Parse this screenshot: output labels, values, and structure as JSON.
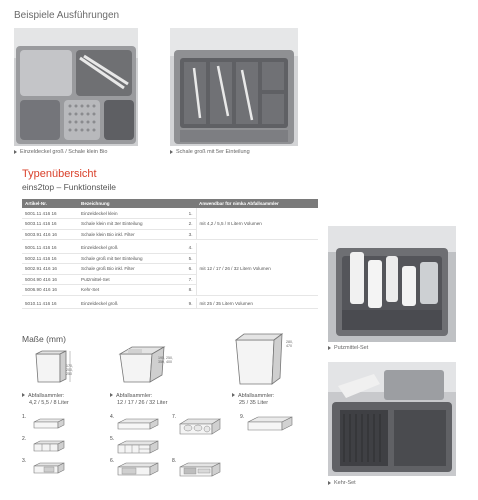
{
  "header": {
    "title": "Beispiele Ausführungen"
  },
  "photos": [
    {
      "caption": "Einzeldeckel groß / Schale klein Bio"
    },
    {
      "caption": "Schale groß mit 5er Einteilung"
    },
    {
      "caption": "Putzmittel-Set"
    },
    {
      "caption": "Kehr-Set"
    }
  ],
  "typen": {
    "title": "Typenübersicht",
    "subtitle": "eins2top – Funktionsteile"
  },
  "table": {
    "headers": [
      "Artikel-Nr.",
      "Bezeichnung",
      "",
      "Anwendbar für nimka Abfallsammler"
    ],
    "rows": [
      [
        "5001.11 416 16",
        "Einzeldeckel klein",
        "1."
      ],
      [
        "5003.11 416 16",
        "Schale klein mit 3er Einteilung",
        "2."
      ],
      [
        "5003.91 416 16",
        "Schale klein Bio inkl. Filter",
        "3."
      ],
      [
        "5001.11 416 16",
        "Einzeldeckel groß",
        "4."
      ],
      [
        "5002.11 416 16",
        "Schale groß mit 5er Einteilung",
        "5."
      ],
      [
        "5002.91 416 16",
        "Schale groß Bio inkl. Filter",
        "6."
      ],
      [
        "5004.90 416 16",
        "Putzmittel-Set",
        "7."
      ],
      [
        "5006.90 416 16",
        "Kehr-Set",
        "8."
      ],
      [
        "5010.11 416 16",
        "Einzeldeckel groß",
        "9."
      ]
    ],
    "groups": [
      "mit 4,2 / 5,5 / 8 Litern Volumen",
      "mit 12 / 17 / 26 / 32 Litern Volumen",
      "mit 25 / 35 Litern Volumen"
    ]
  },
  "masse": {
    "title": "Maße (mm)"
  },
  "columns": [
    {
      "label": "Abfallsammler:",
      "sub": "4,2 / 5,5 / 8 Liter"
    },
    {
      "label": "Abfallsammler:",
      "sub": "12 / 17 / 26 / 32 Liter"
    },
    {
      "label": "Abfallsammler:",
      "sub": "25 / 35 Liter"
    }
  ],
  "tray_numbers": [
    "1.",
    "2.",
    "3.",
    "4.",
    "5.",
    "6.",
    "7.",
    "8.",
    "9."
  ],
  "dimensions": {
    "small_side": "170, 200, 250",
    "medium_side": "195, 250, 350, 400",
    "large_side": "280, 470"
  },
  "colors": {
    "accent": "#d9412b",
    "table_header": "#7a7a7a",
    "text": "#555555"
  }
}
